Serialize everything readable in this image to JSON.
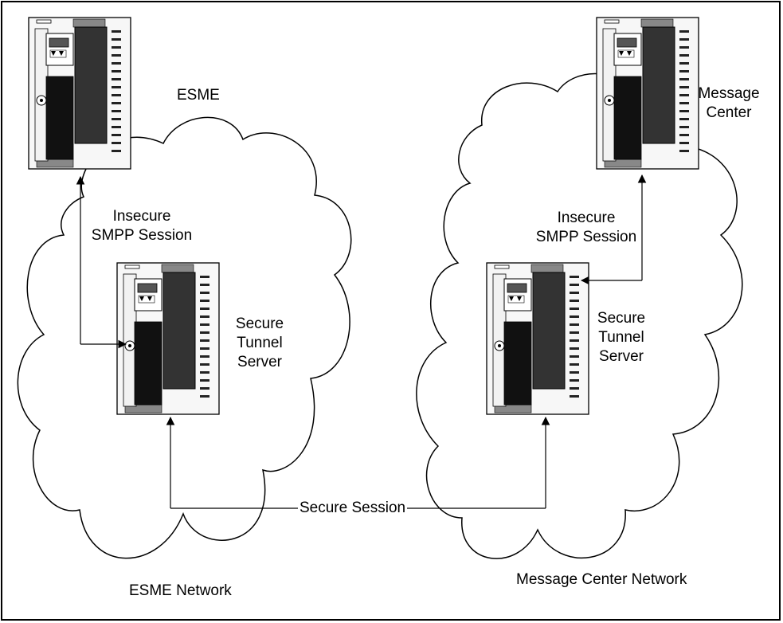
{
  "diagram": {
    "esme_label": "ESME",
    "message_center_label": [
      "Message",
      "Center"
    ],
    "left_insecure_label": [
      "Insecure",
      "SMPP Session"
    ],
    "right_insecure_label": [
      "Insecure",
      "SMPP Session"
    ],
    "left_tunnel_label": [
      "Secure",
      "Tunnel",
      "Server"
    ],
    "right_tunnel_label": [
      "Secure",
      "Tunnel",
      "Server"
    ],
    "secure_session_label": "Secure Session",
    "esme_network_label": "ESME Network",
    "mc_network_label": "Message Center Network"
  }
}
